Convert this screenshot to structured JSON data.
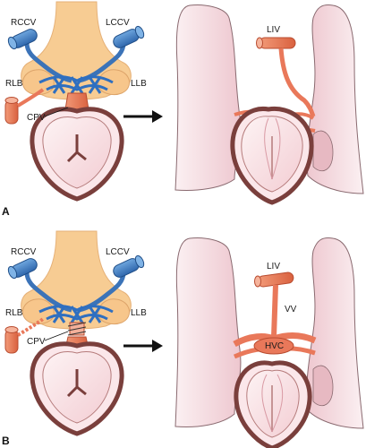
{
  "panel_a": {
    "letter": "A",
    "labels": {
      "rccv": "RCCV",
      "lccv": "LCCV",
      "rlb": "RLB",
      "llb": "LLB",
      "cpv": "CPV",
      "liv": "LIV"
    }
  },
  "panel_b": {
    "letter": "B",
    "labels": {
      "rccv": "RCCV",
      "lccv": "LCCV",
      "rlb": "RLB",
      "llb": "LLB",
      "cpv": "CPV",
      "liv": "LIV",
      "vv": "VV",
      "hvc": "HVC"
    }
  },
  "colors": {
    "foregut": "#f7cc93",
    "cardinal_vein": "#4b86c8",
    "splanchnic_plexus": "#2f6fc0",
    "pulmonary_vein": "#e9785a",
    "heart_fill": "#fbe7ea",
    "heart_outline": "#7a3f3c",
    "lung_fill": "#f6e3e7",
    "lung_outline": "#8a6a70",
    "arrow": "#111111"
  }
}
